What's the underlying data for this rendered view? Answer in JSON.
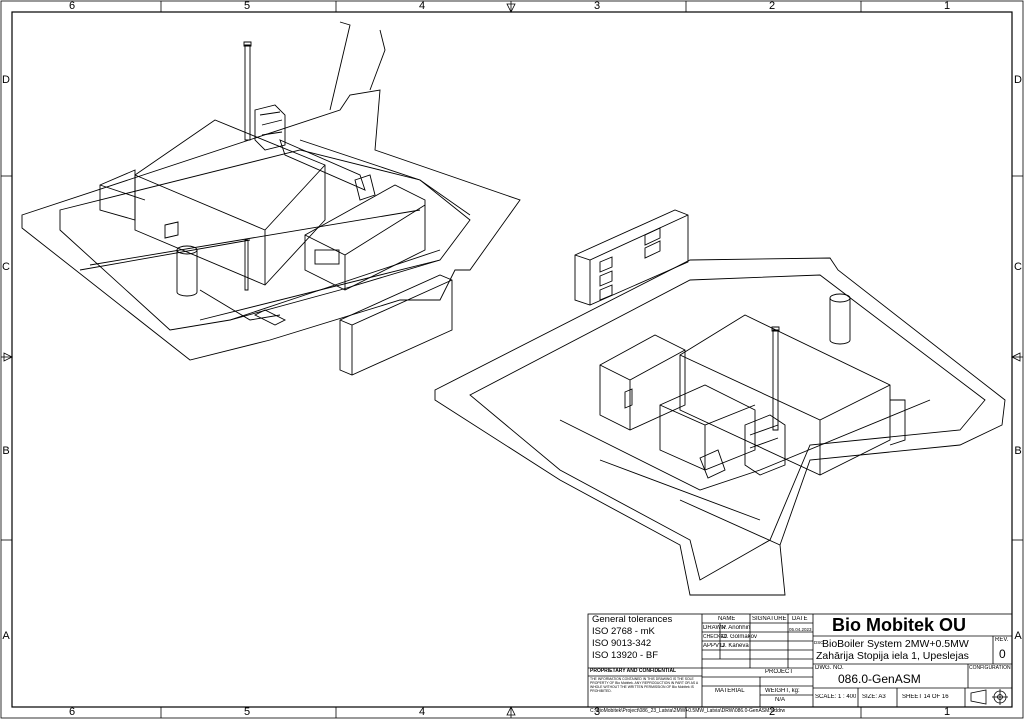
{
  "zones": {
    "columns": [
      "6",
      "5",
      "4",
      "3",
      "2",
      "1"
    ],
    "rows": [
      "D",
      "C",
      "B",
      "A"
    ]
  },
  "title_block": {
    "tolerances_heading": "General tolerances",
    "tolerances": [
      "ISO 2768 - mK",
      "ISO 9013-342",
      "ISO 13920 - BF"
    ],
    "col_name": "NAME",
    "col_signature": "SIGNATURE",
    "col_date": "DATE",
    "drawn_label": "DRAWN",
    "drawn_name": "P. Anohhin",
    "drawn_date": "05.04.2023",
    "checked_label": "CHECKED",
    "checked_name": "O. Golmakov",
    "appvd_label": "APPV'D",
    "appvd_name": "J. Kaneva",
    "proprietary_heading": "PROPRIETARY AND CONFIDENTIAL",
    "proprietary_text": "THE INFORMATION CONTAINED IN THIS DRAWING IS THE SOLE PROPERTY OF Bio Mobitek. ANY REPRODUCTION IN PART OR AS A WHOLE WITHOUT THE WRITTEN PERMISSION OF Bio Mobitek IS PROHIBITED.",
    "project_label": "PROJECT",
    "material_label": "MATERIAL",
    "weight_label": "WEIGHT, kg:",
    "weight_value": "N/A",
    "company": "Bio Mobitek OU",
    "desc_label": "DSC",
    "title_line1": "BioBoiler System 2MW+0.5MW",
    "title_line2": "Zahārija Stopija iela 1, Upeslejas",
    "dwg_label": "DWG. NO.",
    "dwg_no": "086.0-GenASM",
    "rev_label": "REV.",
    "rev": "0",
    "config_label": "CONFIGURATION",
    "scale": "SCALE: 1 : 400",
    "size": "SIZE: A3",
    "sheet": "SHEET 14 OF 16",
    "file_path": "C:\\BioMobitek\\Project\\086_23_Latvia\\2MW+0.5MW_Latvia\\DRW\\086.0-GenASM.slddrw"
  }
}
